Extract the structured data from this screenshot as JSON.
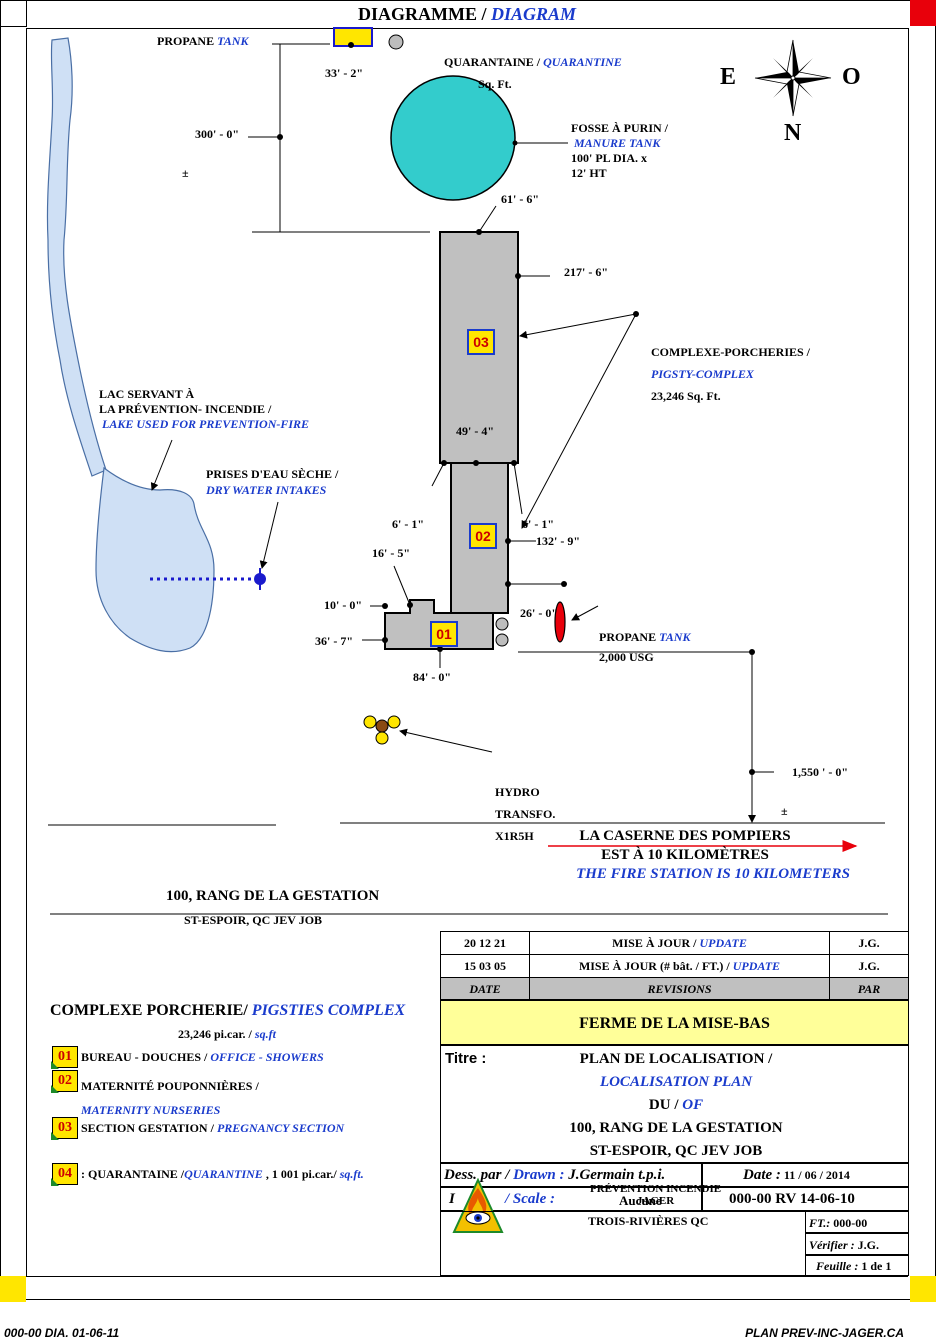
{
  "header": {
    "title_fr": "DIAGRAMME",
    "sep": " / ",
    "title_en": "DIAGRAM"
  },
  "corners": {
    "top_left": "#ffffff",
    "top_right": "#e8000b",
    "bottom_left": "#ffe600",
    "bottom_right": "#ffe600"
  },
  "compass": {
    "east": "E",
    "west": "O",
    "north": "N"
  },
  "labels": {
    "propane_top_fr": "PROPANE ",
    "propane_top_en": "TANK",
    "dim_33_2": "33' - 2\"",
    "dim_300_0": "300' - 0\"",
    "plusminus_1": "±",
    "quarantaine_fr": "QUARANTAINE / ",
    "quarantaine_en": "QUARANTINE",
    "sqft_top": "Sq. Ft.",
    "fosse_fr": "FOSSE À PURIN  /",
    "fosse_en": "MANURE TANK",
    "fosse_dia": "100' PL DIA.  x",
    "fosse_ht": "12' HT",
    "dim_61_6": "61' - 6\"",
    "dim_217_6": "217' - 6\"",
    "complexe_fr": "COMPLEXE-PORCHERIES /",
    "complexe_en": "PIGSTY-COMPLEX",
    "complexe_area": "23,246 Sq. Ft.",
    "lac_1": "LAC SERVANT  À",
    "lac_2": "LA PRÉVENTION-  INCENDIE   /",
    "lac_en": "LAKE USED FOR PREVENTION-FIRE",
    "dim_49_4": "49' - 4\"",
    "prises_fr": "PRISES  D'EAU SÈCHE  /",
    "prises_en": "DRY WATER INTAKES",
    "dim_6_1_left": "6' - 1\"",
    "dim_6_1_right": "6' - 1\"",
    "dim_132_9": "132' - 9\"",
    "dim_16_5": "16' - 5\"",
    "dim_10_0": "10' - 0\"",
    "dim_26_0": "26' - 0\"",
    "dim_36_7": "36' - 7\"",
    "propane_fr": "PROPANE ",
    "propane_en": "TANK",
    "propane_usg": "2,000 USG",
    "dim_84_0": "84' - 0\"",
    "hydro_1": "HYDRO",
    "hydro_2": "TRANSFO.",
    "hydro_3": "X1R5H",
    "dim_1550": "1,550 ' - 0\"",
    "plusminus_2": "±",
    "caserne_1": "LA CASERNE DES POMPIERS",
    "caserne_2": "EST À 10 KILOMÈTRES",
    "caserne_en": "THE FIRE STATION IS 10 KILOMETERS",
    "address_1": "100, RANG DE LA GESTATION",
    "address_2": "ST-ESPOIR, QC JEV JOB"
  },
  "buildings": {
    "b01": "01",
    "b02": "02",
    "b03": "03"
  },
  "legend": {
    "title_fr": "COMPLEXE PORCHERIE/ ",
    "title_en": "PIGSTIES COMPLEX",
    "area_fr": "23,246 pi.car. / ",
    "area_en": "sq.ft",
    "items": [
      {
        "num": "01",
        "fr": "BUREAU - DOUCHES / ",
        "en": "OFFICE - SHOWERS"
      },
      {
        "num": "02",
        "fr": "MATERNITÉ POUPONNIÈRES /",
        "en": "MATERNITY NURSERIES"
      },
      {
        "num": "03",
        "fr": "SECTION GESTATION / ",
        "en": "PREGNANCY SECTION"
      },
      {
        "num": "04",
        "fr": ": QUARANTAINE /",
        "en": "QUARANTINE",
        "extra": " , 1 001 pi.car./ ",
        "unit": "sq.ft."
      }
    ]
  },
  "revisions": {
    "rows": [
      {
        "date": "20 12 21",
        "text_fr": "MISE À JOUR / ",
        "text_en": "UPDATE",
        "par": "J.G."
      },
      {
        "date": "15 03 05",
        "text_fr": "MISE À JOUR (# bât. / FT.) / ",
        "text_en": "UPDATE",
        "par": "J.G."
      }
    ],
    "head_date": "DATE",
    "head_rev": "REVISIONS",
    "head_par": "PAR"
  },
  "titleblock": {
    "farm": "FERME DE LA MISE-BAS",
    "titre_label": "Titre :",
    "plan_fr": "PLAN DE LOCALISATION /",
    "plan_en": "LOCALISATION PLAN",
    "du_fr": "DU / ",
    "du_en": "OF",
    "addr_1": "100, RANG DE LA GESTATION",
    "addr_2": "ST-ESPOIR, QC JEV JOB",
    "dess_label": "Dess. par / ",
    "drawn_label": "Drawn : ",
    "drawn_by": "J.Germain t.p.i.",
    "date_label": "Date :",
    "date_val": " 11 / 06 / 2014",
    "scale_prefix": "I",
    "scale_label": "/ Scale :",
    "scale_val": "Aucune",
    "company_1": "PRÉVENTION  INCENDIE",
    "company_2": "JAGER",
    "company_city": "TROIS-RIVIÈRES  QC",
    "doc_num": "000-00  RV  14-06-10",
    "ft_label": "FT.:",
    "ft_val": " 000-00",
    "verif_label": "Vérifier :",
    "verif_val": "  J.G.",
    "sheet_label": "Feuille :",
    "sheet_val": " 1 de 1"
  },
  "footer": {
    "left": "000-00 DIA. 01-06-11",
    "right": "PLAN PREV-INC-JAGER.CA"
  }
}
